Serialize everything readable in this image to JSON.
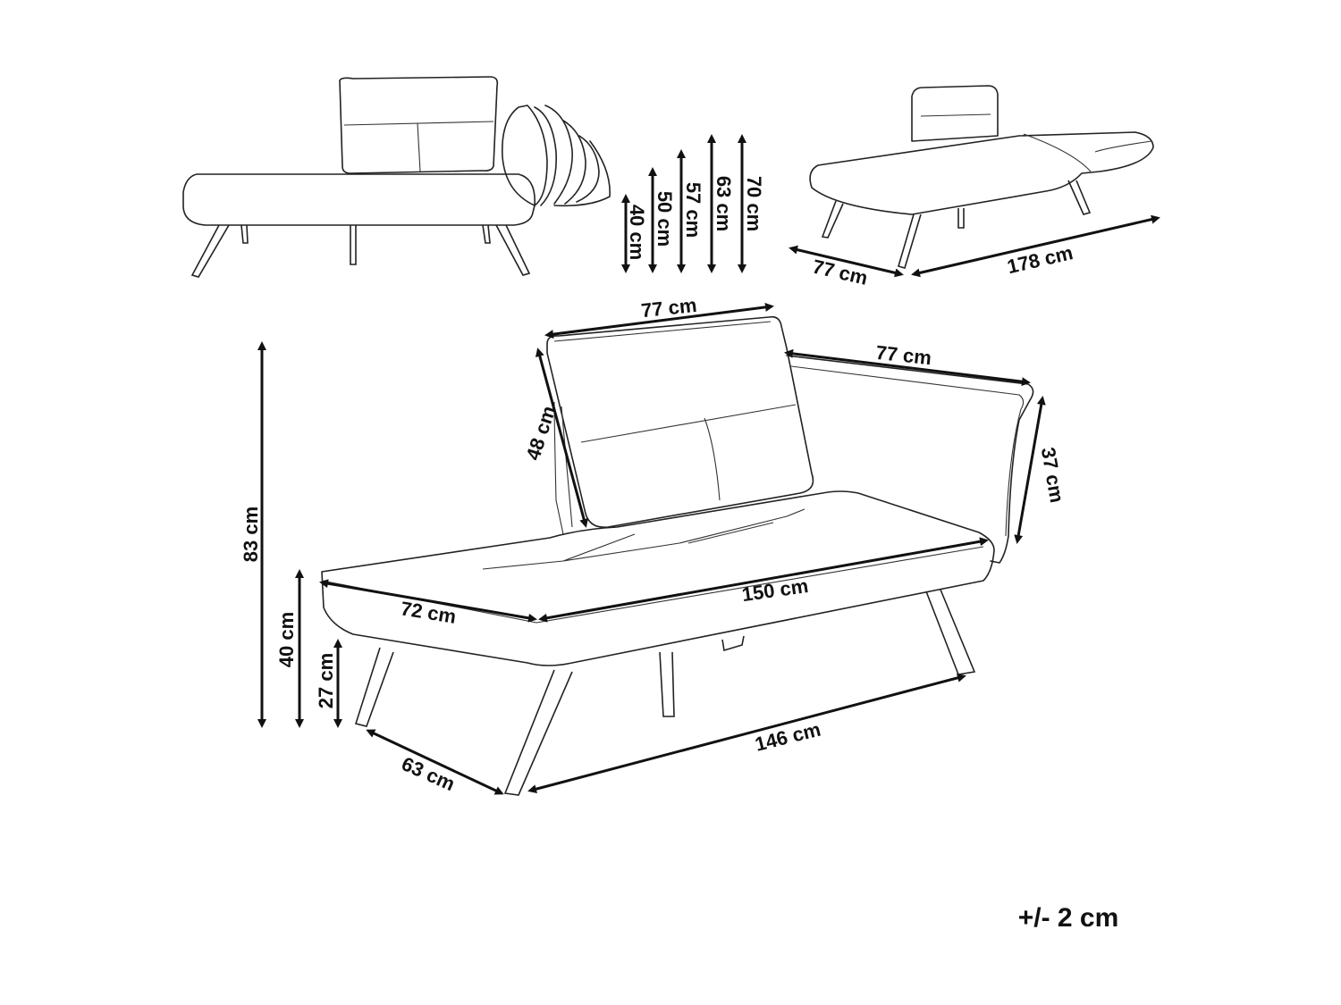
{
  "dimensions": {
    "heights_side": [
      "40 cm",
      "50 cm",
      "57 cm",
      "63 cm",
      "70 cm"
    ],
    "top_right_depth": "77 cm",
    "top_right_length": "178 cm",
    "cushion_width": "77 cm",
    "cushion_height": "48 cm",
    "armrest_length": "77 cm",
    "armrest_height": "37 cm",
    "seat_depth": "72 cm",
    "seat_length": "150 cm",
    "total_height": "83 cm",
    "seat_height": "40 cm",
    "leg_height": "27 cm",
    "leg_span_depth": "63 cm",
    "leg_span_length": "146 cm"
  },
  "tolerance": "+/- 2 cm",
  "colors": {
    "line": "#222222",
    "text": "#111111",
    "background": "#ffffff"
  }
}
